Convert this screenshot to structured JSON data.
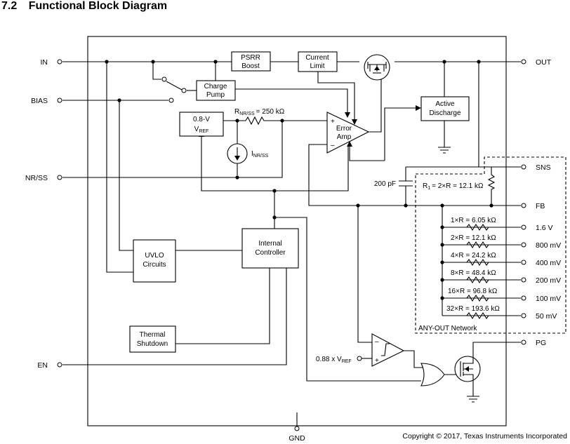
{
  "section": {
    "number": "7.2",
    "title": "Functional Block Diagram"
  },
  "pins": {
    "in": "IN",
    "bias": "BIAS",
    "nrss": "NR/SS",
    "en": "EN",
    "gnd": "GND",
    "out": "OUT",
    "sns": "SNS",
    "fb": "FB",
    "pg": "PG",
    "v1_6": "1.6 V",
    "v800": "800 mV",
    "v400": "400 mV",
    "v200": "200 mV",
    "v100": "100 mV",
    "v50": "50 mV"
  },
  "blocks": {
    "psrr_boost": [
      "PSRR",
      "Boost"
    ],
    "current_limit": [
      "Current",
      "Limit"
    ],
    "charge_pump": [
      "Charge",
      "Pump"
    ],
    "active_discharge": [
      "Active",
      "Discharge"
    ],
    "vref": {
      "main": "0.8-V",
      "sym": "V",
      "sub": "REF"
    },
    "error_amp": [
      "Error",
      "Amp"
    ],
    "uvlo": [
      "UVLO",
      "Circuits"
    ],
    "internal_controller": [
      "Internal",
      "Controller"
    ],
    "thermal_shutdown": [
      "Thermal",
      "Shutdown"
    ]
  },
  "labels": {
    "r_nrss": {
      "sym": "R",
      "sub": "NR/SS",
      "value": "= 250 kΩ"
    },
    "i_nrss": {
      "sym": "I",
      "sub": "NR/SS"
    },
    "cap": "200 pF",
    "r1": {
      "sym": "R",
      "sub": "1",
      "value": "= 2×R = 12.1 kΩ"
    },
    "anyout_resistors": [
      "1×R = 6.05 kΩ",
      "2×R = 12.1 kΩ",
      "4×R = 24.2 kΩ",
      "8×R = 48.4 kΩ",
      "16×R = 96.8 kΩ",
      "32×R = 193.6 kΩ"
    ],
    "anyout_network": "ANY-OUT Network",
    "pg_ref": {
      "prefix": "0.88 x V",
      "sub": "REF"
    },
    "plus": "+",
    "minus": "–"
  },
  "copyright": "Copyright © 2017, Texas Instruments Incorporated",
  "icons": [
    "pmos-transistor-icon",
    "nmos-transistor-icon",
    "comparator-icon",
    "or-gate-icon",
    "ground-icon",
    "resistor-icon",
    "capacitor-icon",
    "current-source-icon",
    "switch-icon"
  ]
}
